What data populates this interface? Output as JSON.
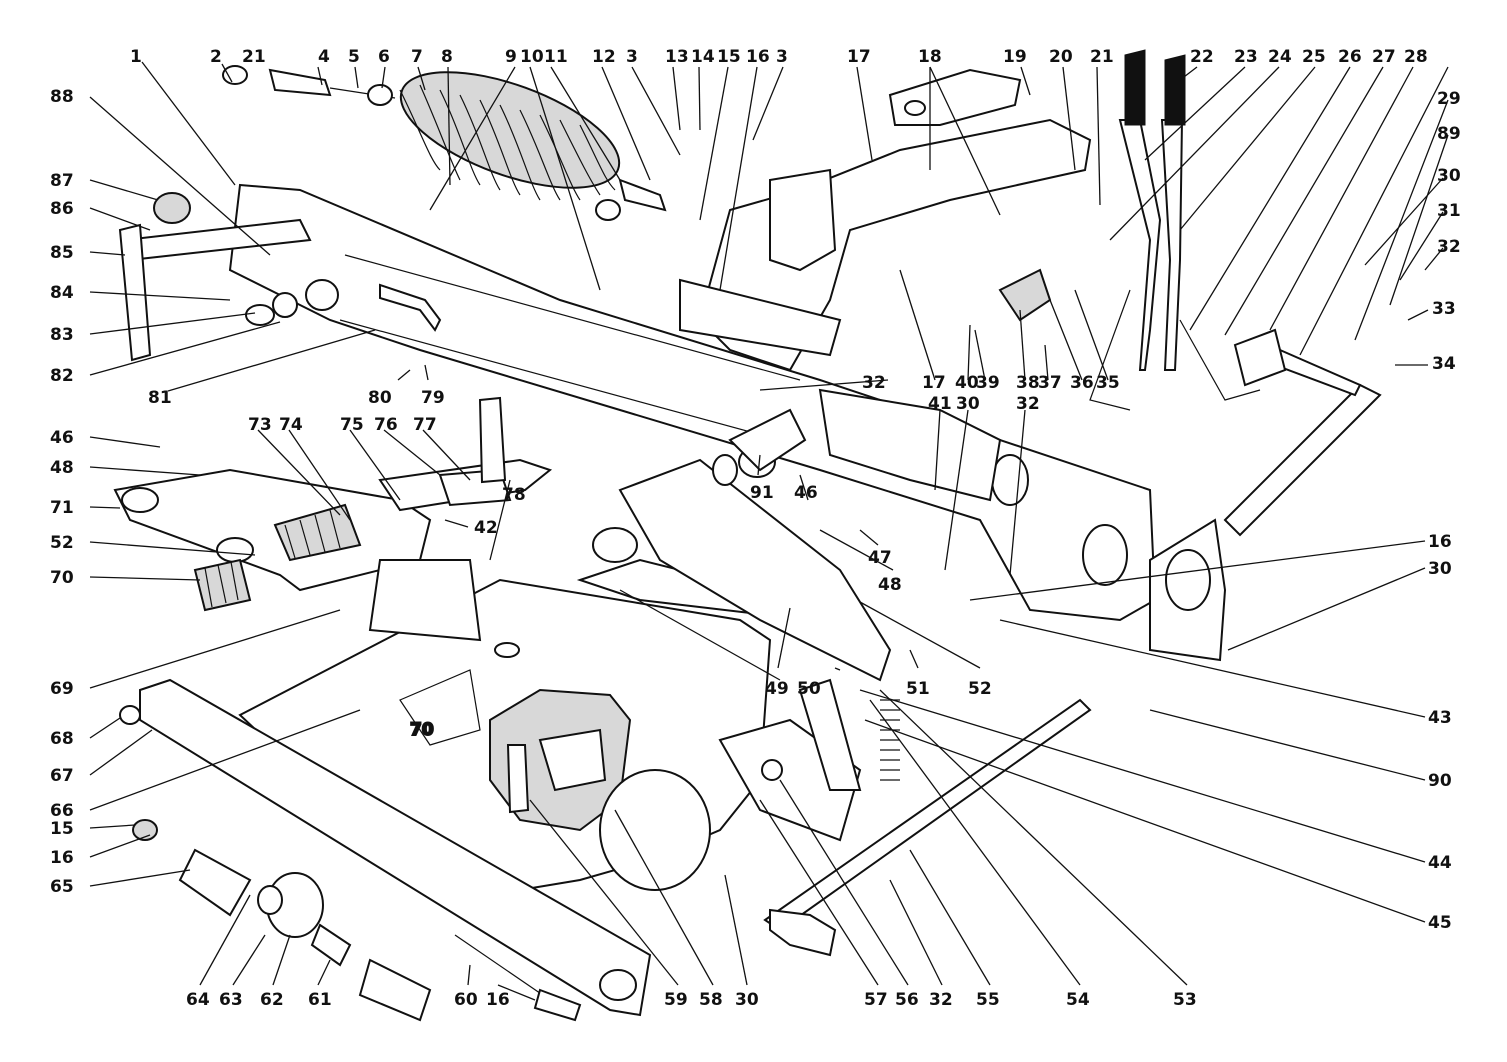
{
  "labels": [
    "1",
    "2",
    "21",
    "4",
    "5",
    "6",
    "7",
    "8",
    "9",
    "10",
    "11",
    "12",
    "3",
    "13",
    "14",
    "15",
    "16",
    "3",
    "17",
    "18",
    "19",
    "20",
    "21",
    "22",
    "23",
    "24",
    "25",
    "26",
    "27",
    "28",
    "29",
    "89",
    "30",
    "31",
    "32",
    "33",
    "34",
    "88",
    "87",
    "86",
    "85",
    "84",
    "83",
    "82",
    "81",
    "80",
    "79",
    "32",
    "17",
    "40",
    "39",
    "38",
    "37",
    "36",
    "35",
    "41",
    "30",
    "32",
    "46",
    "48",
    "73",
    "74",
    "75",
    "76",
    "77",
    "78",
    "71",
    "52",
    "42",
    "70",
    "91",
    "46",
    "47",
    "48",
    "16",
    "30",
    "69",
    "49",
    "50",
    "51",
    "52",
    "43",
    "90",
    "68",
    "67",
    "66",
    "15",
    "16",
    "65",
    "44",
    "45",
    "64",
    "63",
    "62",
    "61",
    "60",
    "16",
    "59",
    "58",
    "30",
    "57",
    "56",
    "32",
    "55",
    "54",
    "53"
  ],
  "decal_text": "70"
}
